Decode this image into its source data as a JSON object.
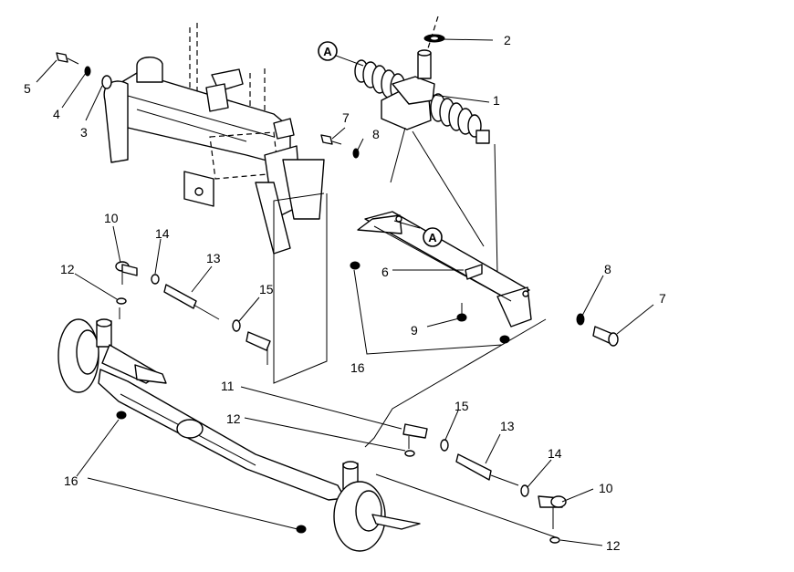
{
  "callouts": {
    "c1": "1",
    "c2": "2",
    "c3": "3",
    "c4": "4",
    "c5": "5",
    "c6": "6",
    "c7a": "7",
    "c7b": "7",
    "c8a": "8",
    "c8b": "8",
    "c9": "9",
    "c10a": "10",
    "c10b": "10",
    "c11": "11",
    "c12a": "12",
    "c12b": "12",
    "c12c": "12",
    "c13a": "13",
    "c13b": "13",
    "c14a": "14",
    "c14b": "14",
    "c15a": "15",
    "c15b": "15",
    "c16a": "16",
    "c16b": "16"
  },
  "markers": {
    "a1": "A",
    "a2": "A"
  }
}
